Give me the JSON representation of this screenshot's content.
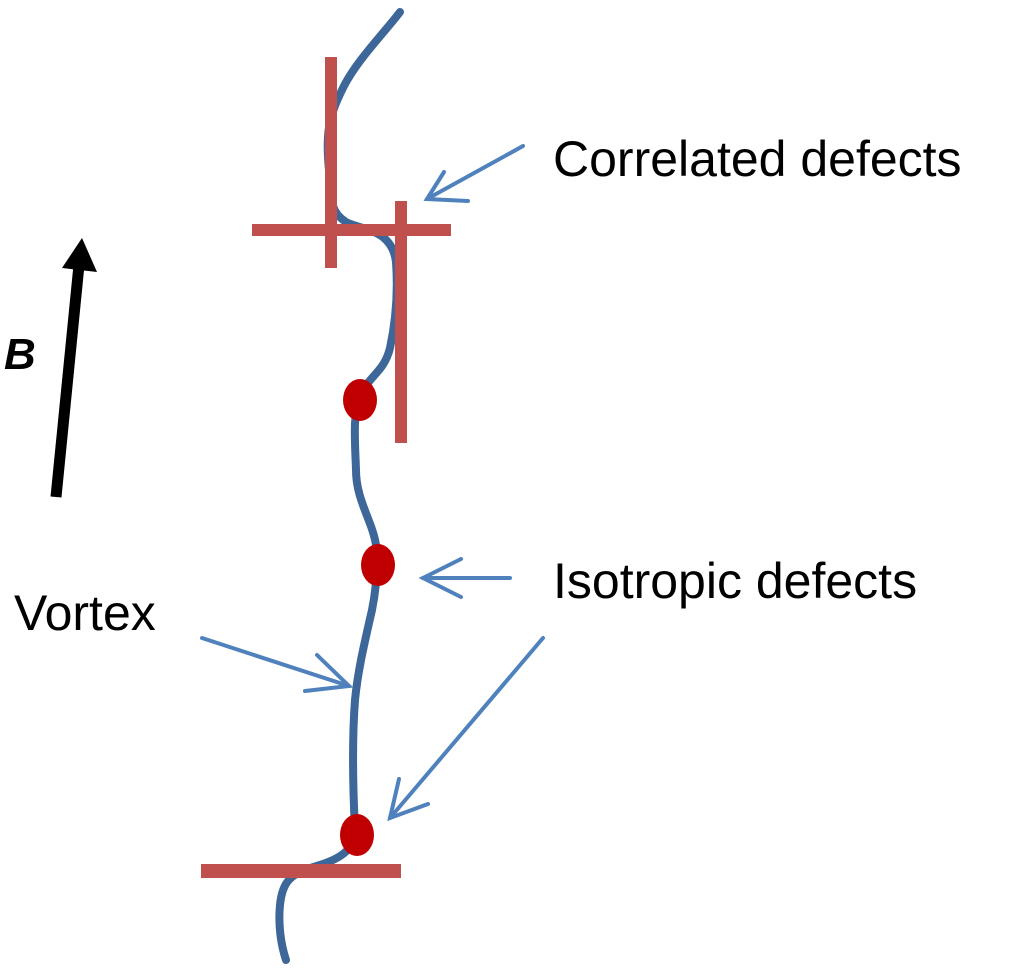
{
  "labels": {
    "correlated": "Correlated defects",
    "isotropic": "Isotropic defects",
    "vortex": "Vortex",
    "field": "B"
  },
  "colors": {
    "vortex_line": "#3d6699",
    "correlated_defect": "#c0504d",
    "isotropic_defect": "#c00000",
    "pointer_arrow": "#4f81bd",
    "field_arrow": "#000000"
  }
}
